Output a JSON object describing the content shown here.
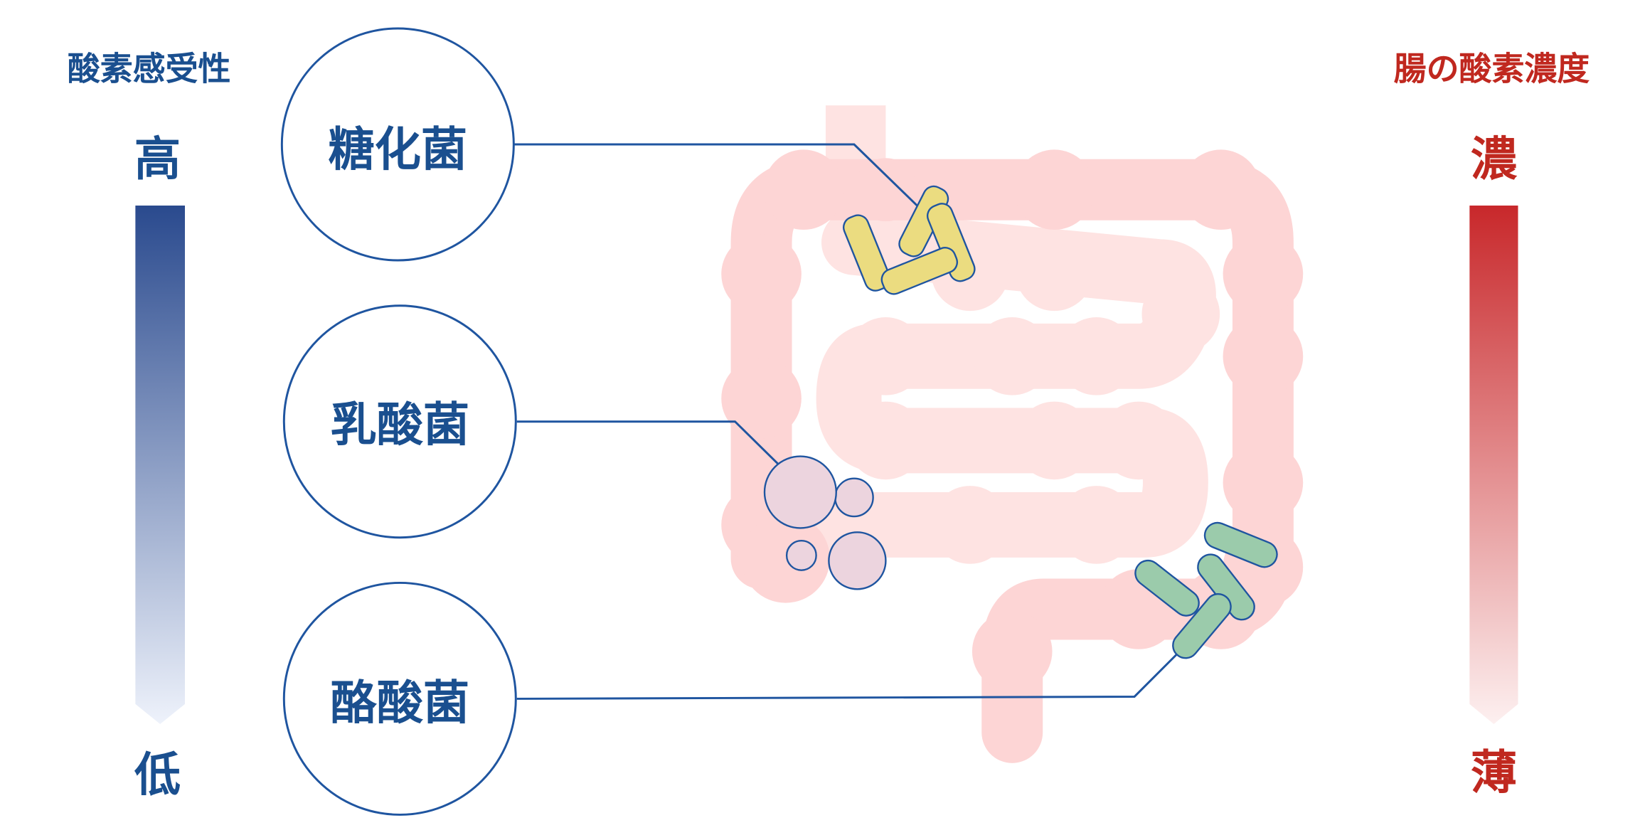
{
  "left_scale": {
    "title": "酸素感受性",
    "high_label": "高",
    "low_label": "低",
    "color": "#1a4f8f",
    "gradient": [
      "#2a4a8e",
      "#eef2fb"
    ]
  },
  "right_scale": {
    "title": "腸の酸素濃度",
    "high_label": "濃",
    "low_label": "薄",
    "color": "#c0281f",
    "gradient": [
      "#c8282b",
      "#fdf0f0"
    ]
  },
  "bacteria": [
    {
      "label": "糖化菌",
      "color": "#ebdc80"
    },
    {
      "label": "乳酸菌",
      "color": "#ecd4de"
    },
    {
      "label": "酪酸菌",
      "color": "#9bcbab"
    }
  ],
  "colors": {
    "line": "#1f55a0",
    "colon": "#fdd5d5",
    "small_intestine": "#fee3e2"
  }
}
